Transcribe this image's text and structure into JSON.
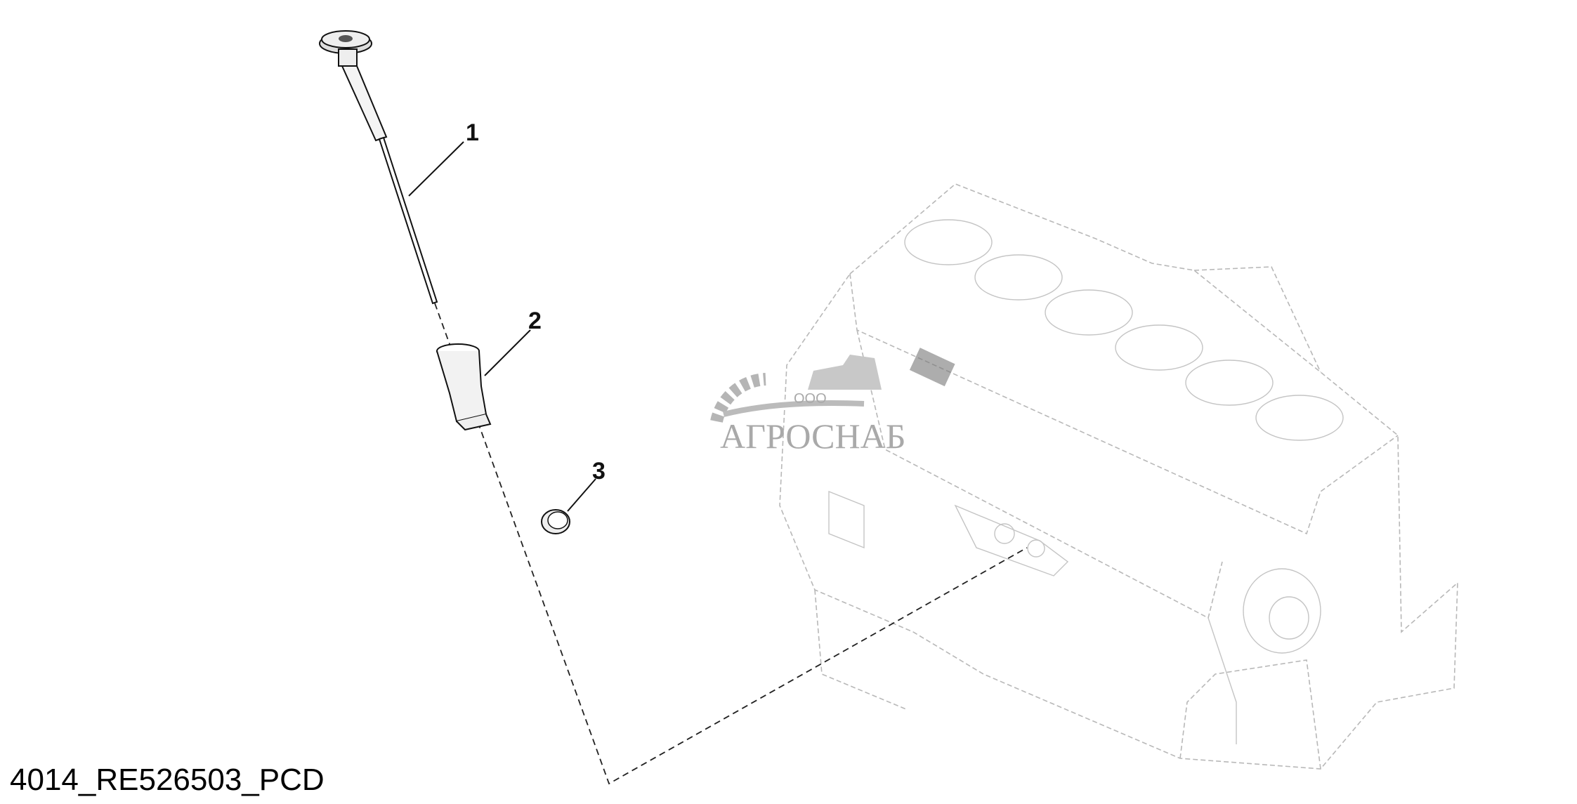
{
  "diagram": {
    "caption": "4014_RE526503_PCD",
    "callouts": [
      {
        "number": "1",
        "part": "dipstick"
      },
      {
        "number": "2",
        "part": "dipstick-tube"
      },
      {
        "number": "3",
        "part": "plug"
      }
    ],
    "watermark": {
      "prefix": "ООО",
      "name": "АГРОСНАБ"
    }
  }
}
